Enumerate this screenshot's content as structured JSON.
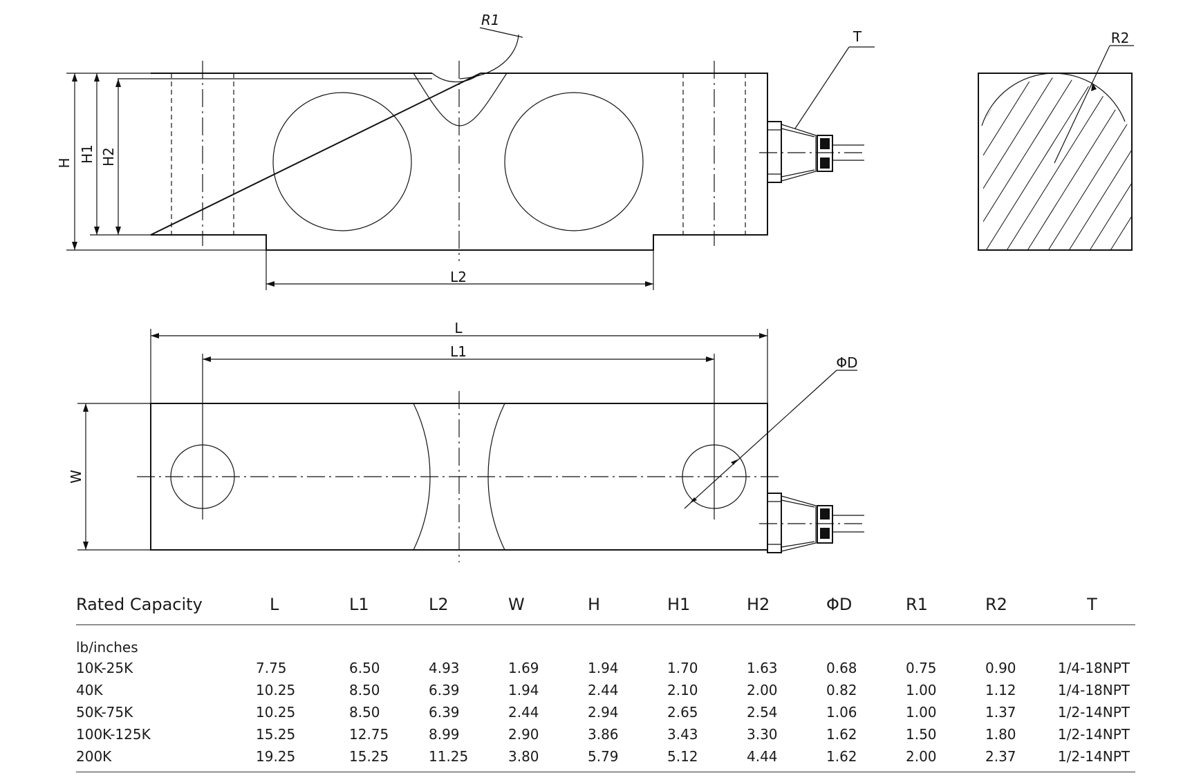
{
  "diagram": {
    "labels": {
      "R1": "R1",
      "T": "T",
      "R2": "R2",
      "H": "H",
      "H1": "H1",
      "H2": "H2",
      "L2": "L2",
      "L": "L",
      "L1": "L1",
      "D": "ΦD",
      "W": "W"
    }
  },
  "table": {
    "headers": [
      "Rated Capacity",
      "L",
      "L1",
      "L2",
      "W",
      "H",
      "H1",
      "H2",
      "ΦD",
      "R1",
      "R2",
      "T"
    ],
    "unit": "lb/inches",
    "rows": [
      [
        "10K-25K",
        "7.75",
        "6.50",
        "4.93",
        "1.69",
        "1.94",
        "1.70",
        "1.63",
        "0.68",
        "0.75",
        "0.90",
        "1/4-18NPT"
      ],
      [
        "40K",
        "10.25",
        "8.50",
        "6.39",
        "1.94",
        "2.44",
        "2.10",
        "2.00",
        "0.82",
        "1.00",
        "1.12",
        "1/4-18NPT"
      ],
      [
        "50K-75K",
        "10.25",
        "8.50",
        "6.39",
        "2.44",
        "2.94",
        "2.65",
        "2.54",
        "1.06",
        "1.00",
        "1.37",
        "1/2-14NPT"
      ],
      [
        "100K-125K",
        "15.25",
        "12.75",
        "8.99",
        "2.90",
        "3.86",
        "3.43",
        "3.30",
        "1.62",
        "1.50",
        "1.80",
        "1/2-14NPT"
      ],
      [
        "200K",
        "19.25",
        "15.25",
        "11.25",
        "3.80",
        "5.79",
        "5.12",
        "4.44",
        "1.62",
        "2.00",
        "2.37",
        "1/2-14NPT"
      ]
    ]
  }
}
